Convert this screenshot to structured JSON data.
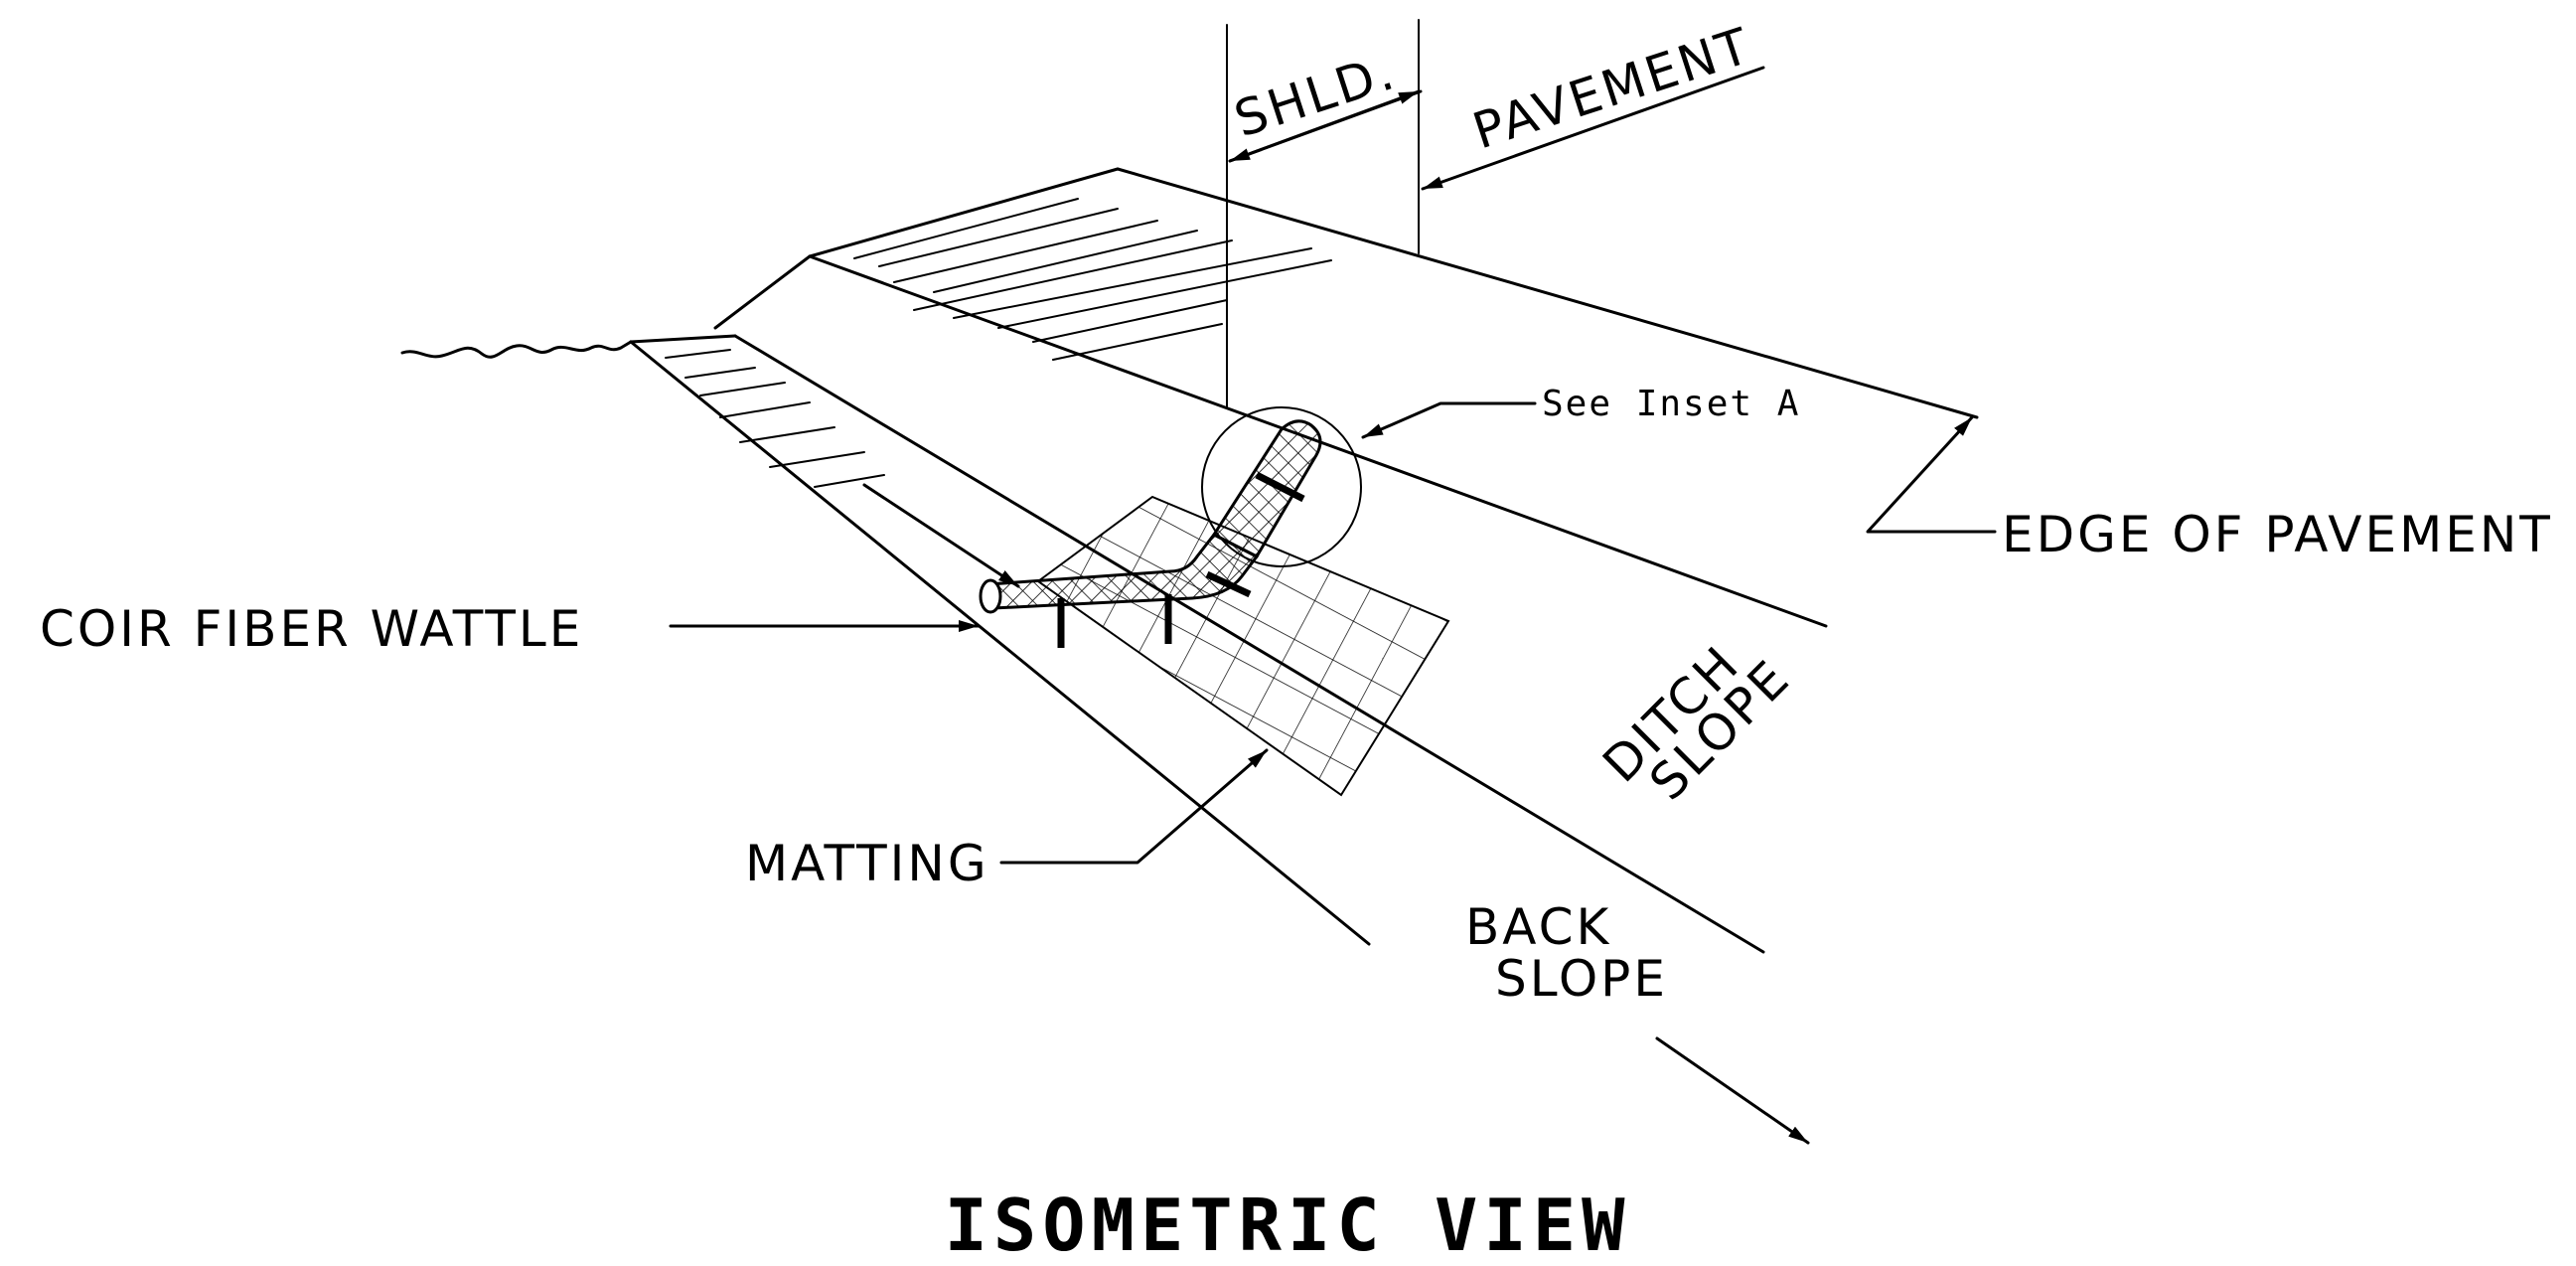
{
  "title": "ISOMETRIC VIEW",
  "labels": {
    "shoulder": "SHLD.",
    "pavement": "PAVEMENT",
    "see_inset": "See Inset A",
    "edge_of_pavement": "EDGE OF PAVEMENT",
    "coir_fiber_wattle": "COIR FIBER WATTLE",
    "matting": "MATTING",
    "ditch": "DITCH",
    "slope": "SLOPE",
    "back": "BACK",
    "back_slope_word": "SLOPE"
  },
  "colors": {
    "ink": "#000000",
    "background": "#ffffff"
  }
}
